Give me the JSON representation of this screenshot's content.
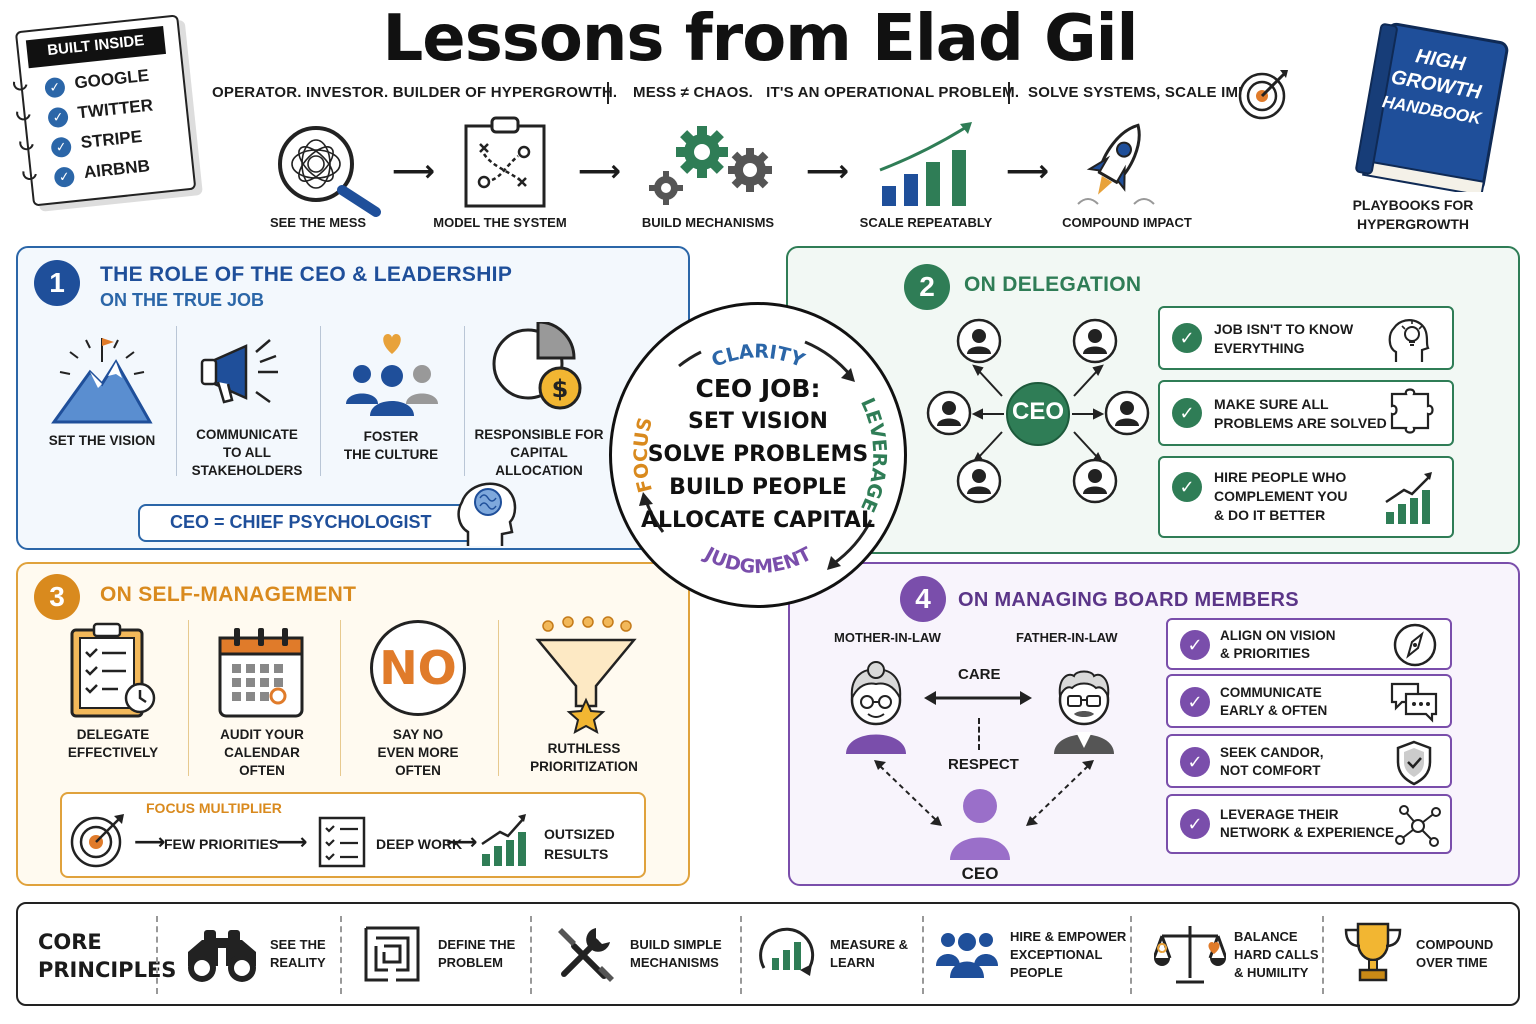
{
  "title": "Lessons from Elad Gil",
  "built_inside": {
    "heading": "BUILT INSIDE",
    "companies": [
      "GOOGLE",
      "TWITTER",
      "STRIPE",
      "AIRBNB"
    ]
  },
  "taglines": [
    "OPERATOR. INVESTOR. BUILDER OF HYPERGROWTH.",
    "MESS ≠ CHAOS.   IT'S AN OPERATIONAL PROBLEM.",
    "SOLVE SYSTEMS, SCALE IMPACT."
  ],
  "flow": [
    "SEE THE MESS",
    "MODEL THE SYSTEM",
    "BUILD MECHANISMS",
    "SCALE REPEATABLY",
    "COMPOUND IMPACT"
  ],
  "book": {
    "title_lines": [
      "HIGH",
      "GROWTH",
      "HANDBOOK"
    ],
    "caption_lines": [
      "PLAYBOOKS FOR",
      "HYPERGROWTH"
    ]
  },
  "colors": {
    "blue": "#2b66a8",
    "green": "#2f7d56",
    "orange": "#d98a1e",
    "purple": "#7a4eab"
  },
  "section1": {
    "number": "1",
    "title": "THE ROLE OF THE CEO & LEADERSHIP",
    "subtitle": "ON THE TRUE JOB",
    "items": [
      {
        "lines": [
          "SET THE VISION"
        ]
      },
      {
        "lines": [
          "COMMUNICATE",
          "TO ALL",
          "STAKEHOLDERS"
        ]
      },
      {
        "lines": [
          "FOSTER",
          "THE CULTURE"
        ]
      },
      {
        "lines": [
          "RESPONSIBLE FOR",
          "CAPITAL",
          "ALLOCATION"
        ]
      }
    ],
    "equation": "CEO = CHIEF PSYCHOLOGIST"
  },
  "center": {
    "lines": [
      "CEO JOB:",
      "SET VISION",
      "SOLVE PROBLEMS",
      "BUILD PEOPLE",
      "ALLOCATE CAPITAL"
    ],
    "ring": {
      "top": "CLARITY",
      "right": "LEVERAGE",
      "bottom": "JUDGMENT",
      "left": "FOCUS"
    }
  },
  "section2": {
    "number": "2",
    "title": "ON DELEGATION",
    "hub": "CEO",
    "items": [
      {
        "lines": [
          "JOB ISN'T TO KNOW",
          "EVERYTHING"
        ],
        "icon": "head-lightbulb-icon"
      },
      {
        "lines": [
          "MAKE SURE ALL",
          "PROBLEMS ARE SOLVED"
        ],
        "icon": "puzzle-icon"
      },
      {
        "lines": [
          "HIRE PEOPLE WHO",
          "COMPLEMENT YOU",
          "& DO IT BETTER"
        ],
        "icon": "growth-chart-icon"
      }
    ]
  },
  "section3": {
    "number": "3",
    "title": "ON SELF-MANAGEMENT",
    "items": [
      {
        "lines": [
          "DELEGATE",
          "EFFECTIVELY"
        ]
      },
      {
        "lines": [
          "AUDIT YOUR",
          "CALENDAR",
          "OFTEN"
        ]
      },
      {
        "lines": [
          "SAY NO",
          "EVEN MORE",
          "OFTEN"
        ]
      },
      {
        "lines": [
          "RUTHLESS",
          "PRIORITIZATION"
        ]
      }
    ],
    "no_text": "NO",
    "multiplier": {
      "heading": "FOCUS MULTIPLIER",
      "few": "FEW PRIORITIES",
      "deep": "DEEP WORK",
      "result_lines": [
        "OUTSIZED",
        "RESULTS"
      ]
    }
  },
  "section4": {
    "number": "4",
    "title": "ON MANAGING BOARD MEMBERS",
    "left_person": "MOTHER-IN-LAW",
    "right_person": "FATHER-IN-LAW",
    "care": "CARE",
    "respect": "RESPECT",
    "bottom_person": "CEO",
    "items": [
      {
        "lines": [
          "ALIGN ON VISION",
          "& PRIORITIES"
        ],
        "icon": "compass-icon"
      },
      {
        "lines": [
          "COMMUNICATE",
          "EARLY & OFTEN"
        ],
        "icon": "chat-bubbles-icon"
      },
      {
        "lines": [
          "SEEK CANDOR,",
          "NOT COMFORT"
        ],
        "icon": "shield-icon"
      },
      {
        "lines": [
          "LEVERAGE THEIR",
          "NETWORK & EXPERIENCE"
        ],
        "icon": "network-icon"
      }
    ]
  },
  "core": {
    "heading_lines": [
      "CORE",
      "PRINCIPLES"
    ],
    "items": [
      {
        "lines": [
          "SEE THE",
          "REALITY"
        ],
        "icon": "binoculars-icon"
      },
      {
        "lines": [
          "DEFINE THE",
          "PROBLEM"
        ],
        "icon": "maze-icon"
      },
      {
        "lines": [
          "BUILD SIMPLE",
          "MECHANISMS"
        ],
        "icon": "tools-icon"
      },
      {
        "lines": [
          "MEASURE &",
          "LEARN"
        ],
        "icon": "cycle-chart-icon"
      },
      {
        "lines": [
          "HIRE & EMPOWER",
          "EXCEPTIONAL",
          "PEOPLE"
        ],
        "icon": "team-icon"
      },
      {
        "lines": [
          "BALANCE",
          "HARD CALLS",
          "& HUMILITY"
        ],
        "icon": "scales-icon"
      },
      {
        "lines": [
          "COMPOUND",
          "OVER TIME"
        ],
        "icon": "trophy-icon"
      }
    ]
  }
}
